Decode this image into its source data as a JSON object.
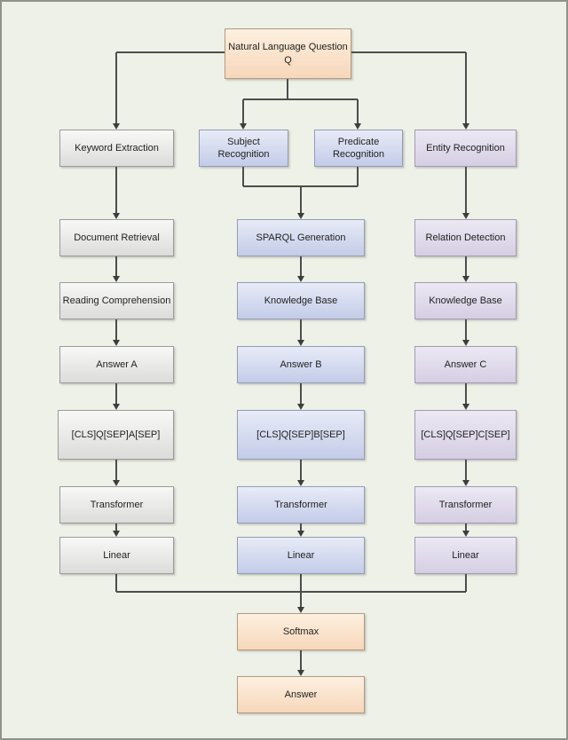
{
  "diagram": {
    "title": "Three-branch QA pipeline flowchart",
    "nodes": {
      "nlq": "Natural Language Question\nQ",
      "keyword_extraction": "Keyword Extraction",
      "subject_recognition": "Subject\nRecognition",
      "predicate_recognition": "Predicate\nRecognition",
      "entity_recognition": "Entity Recognition",
      "document_retrieval": "Document Retrieval",
      "sparql_generation": "SPARQL Generation",
      "relation_detection": "Relation Detection",
      "reading_comprehension": "Reading Comprehension",
      "knowledge_base_b": "Knowledge Base",
      "knowledge_base_c": "Knowledge Base",
      "answer_a": "Answer A",
      "answer_b": "Answer B",
      "answer_c": "Answer C",
      "cls_a": "[CLS]Q[SEP]A[SEP]",
      "cls_b": "[CLS]Q[SEP]B[SEP]",
      "cls_c": "[CLS]Q[SEP]C[SEP]",
      "transformer_a": "Transformer",
      "transformer_b": "Transformer",
      "transformer_c": "Transformer",
      "linear_a": "Linear",
      "linear_b": "Linear",
      "linear_c": "Linear",
      "softmax": "Softmax",
      "answer": "Answer"
    },
    "colors": {
      "background": "#eef1e8",
      "frame_border": "#8e938c",
      "gray_box_top": "#f8f8f6",
      "gray_box_bottom": "#dcdcda",
      "blue_box_top": "#e8ebf7",
      "blue_box_bottom": "#c3cce8",
      "lavender_box_top": "#ece8f3",
      "lavender_box_bottom": "#d5cee3",
      "peach_box_top": "#fdf0e0",
      "peach_box_bottom": "#f7d7ba",
      "connector_line": "#4d4d4d",
      "text": "#1f1f1f"
    }
  }
}
